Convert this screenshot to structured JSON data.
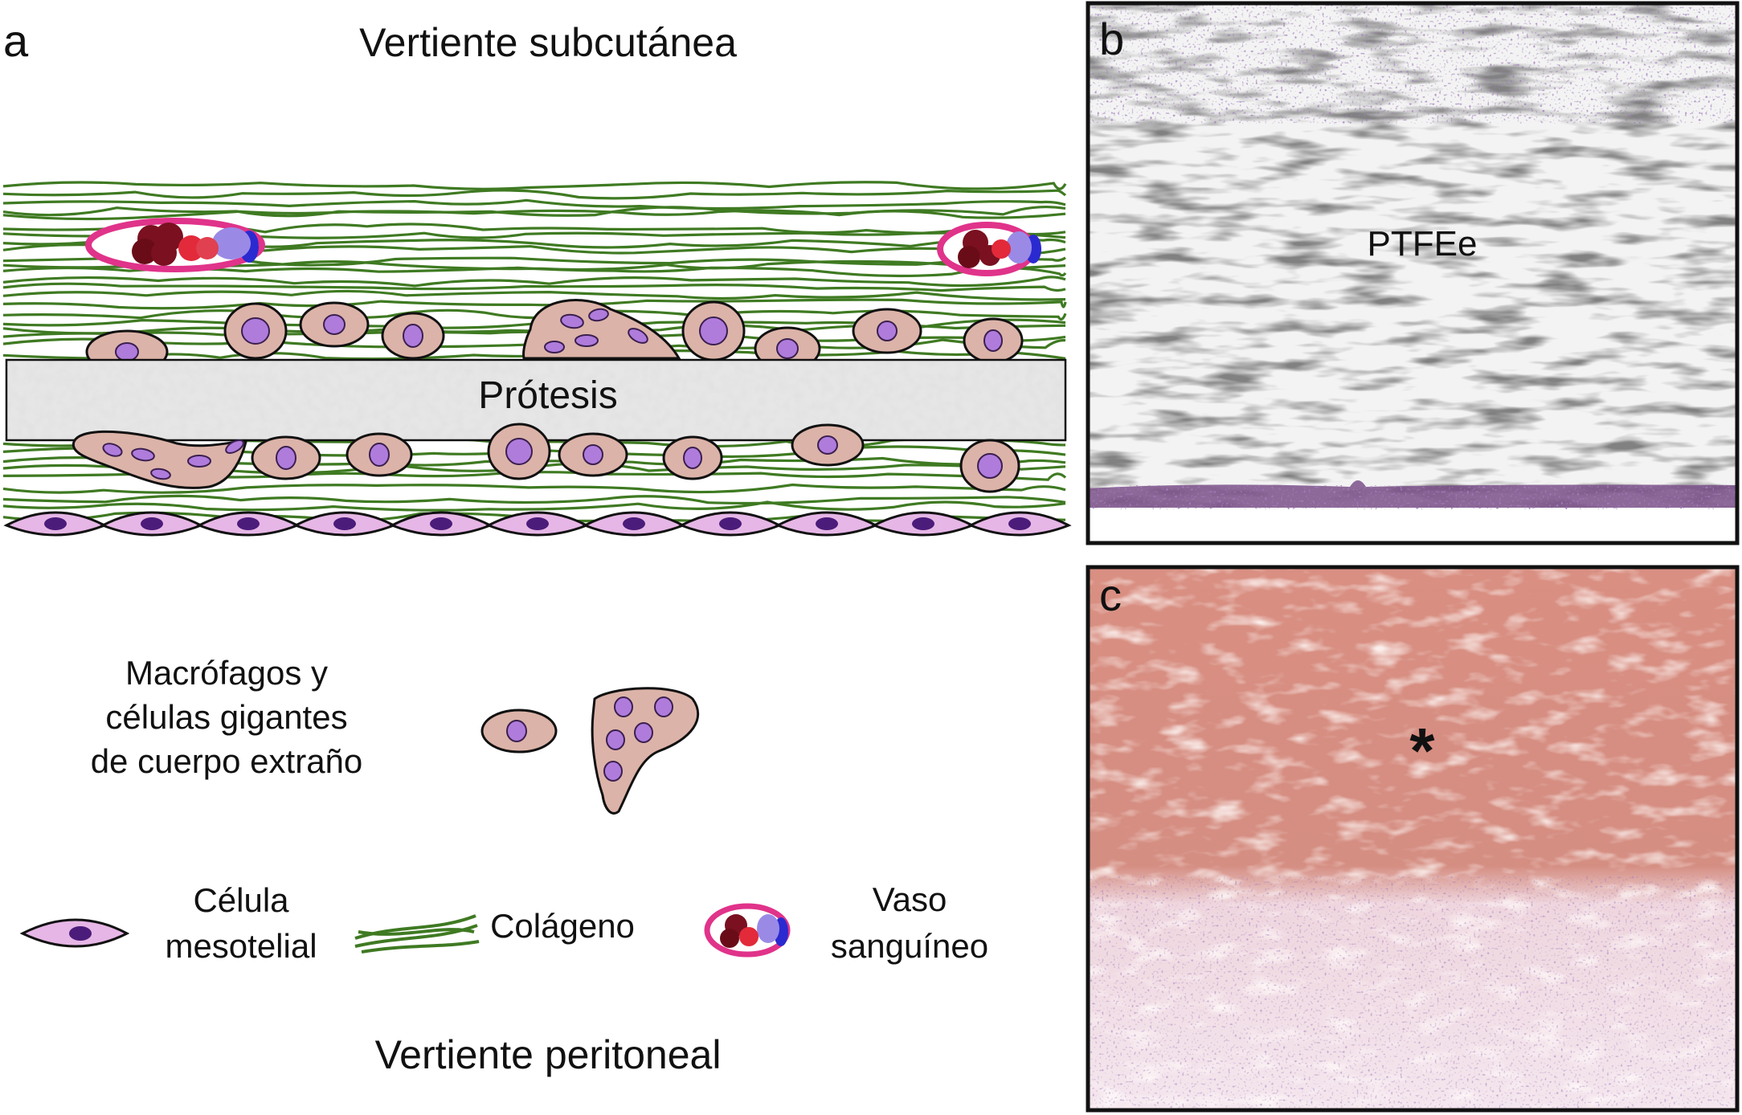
{
  "panel_a": {
    "letter": "a",
    "top_title": "Vertiente subcutánea",
    "bottom_title": "Vertiente peritoneal",
    "prosthesis_label": "Prótesis",
    "legend": {
      "macrophages_line1": "Macrófagos y",
      "macrophages_line2": "células gigantes",
      "macrophages_line3": "de cuerpo extraño",
      "mesothelial_line1": "Célula",
      "mesothelial_line2": "mesotelial",
      "collagen": "Colágeno",
      "vessel_line1": "Vaso",
      "vessel_line2": "sanguíneo"
    }
  },
  "panel_b": {
    "letter": "b",
    "label": "PTFEe"
  },
  "panel_c": {
    "letter": "c",
    "marker": "*"
  },
  "colors": {
    "collagen": "#3f7a22",
    "cell_fill": "#dcb3a8",
    "nucleus": "#b07cdc",
    "mesothelial": "#e6b6e6",
    "meso_nucleus": "#4b1c7a",
    "vessel_ring": "#e0338a",
    "blood_cell": "#7a1020"
  }
}
